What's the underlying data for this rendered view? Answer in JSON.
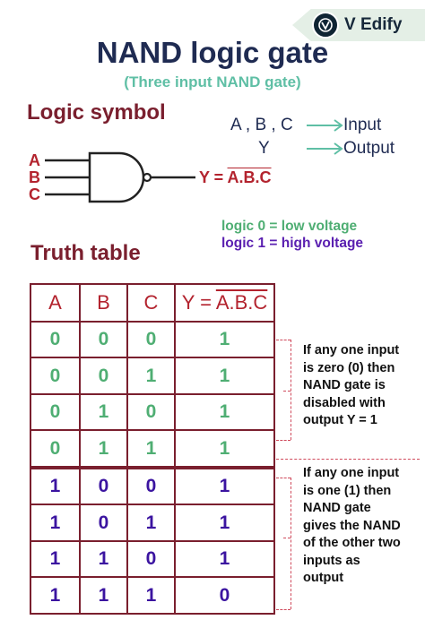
{
  "brand": {
    "name": "V Edify"
  },
  "title": "NAND logic gate",
  "subtitle": "(Three input NAND gate)",
  "logic_symbol": {
    "heading": "Logic symbol",
    "inputs": [
      "A",
      "B",
      "C"
    ],
    "output_prefix": "Y = ",
    "output_expr": "A.B.C"
  },
  "legend": [
    {
      "symbols": "A , B , C",
      "meaning": "Input"
    },
    {
      "symbols": "Y",
      "meaning": "Output"
    }
  ],
  "voltage_notes": [
    {
      "text": "logic 0 = low voltage",
      "color": "#4fae73"
    },
    {
      "text": "logic 1 = high voltage",
      "color": "#5a1fb0"
    }
  ],
  "truth_table": {
    "heading": "Truth table",
    "headers": [
      "A",
      "B",
      "C"
    ],
    "output_header_prefix": "Y = ",
    "output_header_expr": "A.B.C",
    "rows": [
      [
        "0",
        "0",
        "0",
        "1"
      ],
      [
        "0",
        "0",
        "1",
        "1"
      ],
      [
        "0",
        "1",
        "0",
        "1"
      ],
      [
        "0",
        "1",
        "1",
        "1"
      ],
      [
        "1",
        "0",
        "0",
        "1"
      ],
      [
        "1",
        "0",
        "1",
        "1"
      ],
      [
        "1",
        "1",
        "0",
        "1"
      ],
      [
        "1",
        "1",
        "1",
        "0"
      ]
    ]
  },
  "annotations": [
    {
      "lines": [
        "If any one input",
        "is zero (0) then",
        "NAND gate is",
        "disabled with",
        "output Y = 1"
      ]
    },
    {
      "lines": [
        "If any one input",
        "is one (1) then",
        "NAND gate",
        "gives the NAND",
        "of the other two",
        "inputs as",
        "output"
      ]
    }
  ],
  "colors": {
    "green": "#4fae73",
    "purple": "#3b14a0",
    "maroon": "#7a1f2e",
    "red": "#b3232e",
    "navy": "#1f2b52",
    "teal": "#5fbfa5"
  }
}
